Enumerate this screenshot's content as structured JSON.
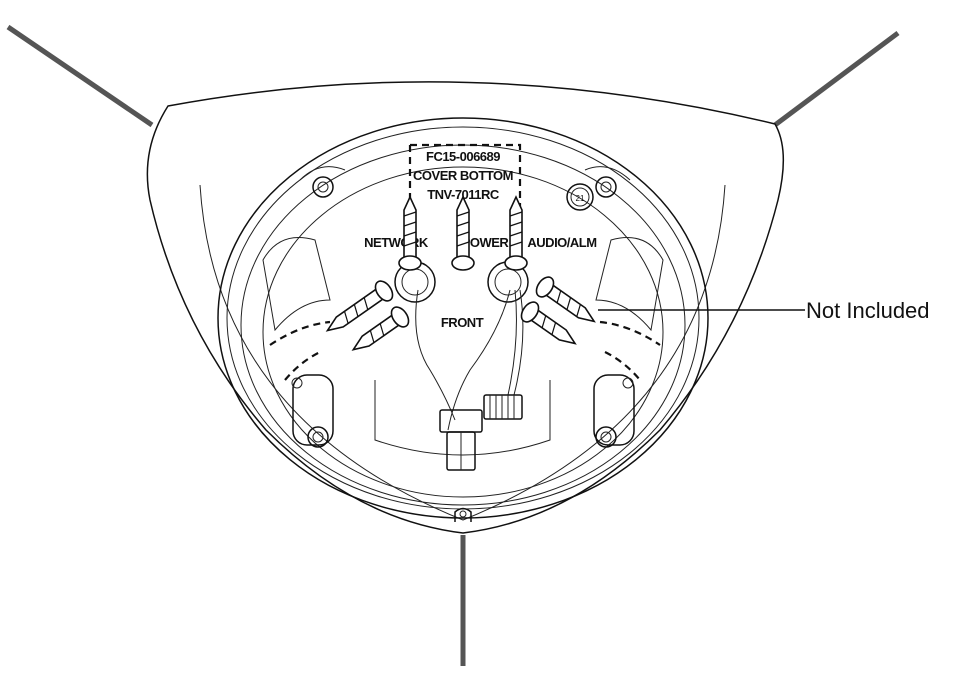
{
  "labels": {
    "model_line1": "FC15-006689",
    "model_line2": "COVER BOTTOM",
    "model_line3": "TNV-7011RC",
    "port_network": "NETWORK",
    "port_power": "POWER",
    "port_audio": "AUDIO/ALM",
    "front": "FRONT",
    "rotation_mark": "21"
  },
  "callout": {
    "not_included": "Not Included"
  }
}
